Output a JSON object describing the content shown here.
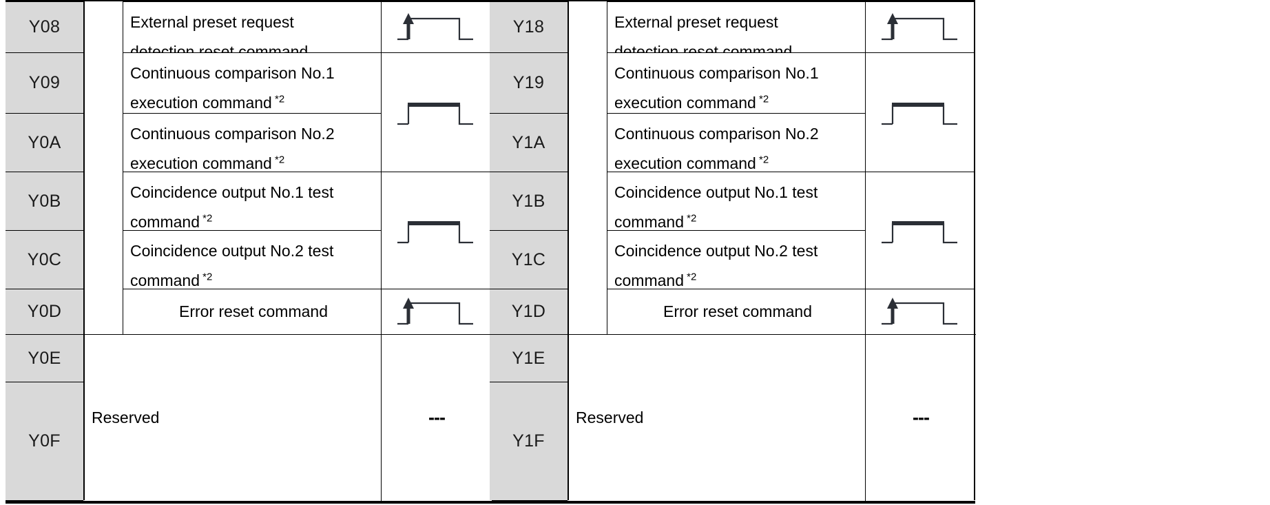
{
  "document": {
    "type": "io-signal-table",
    "footnote_marker": "*2",
    "reserved_label": "Reserved",
    "no_waveform_marker": "---"
  },
  "waveforms": {
    "rising_edge_pulse": "rising-edge-pulse-waveform",
    "level_pulse": "level-pulse-waveform",
    "none": "no-waveform-dashes"
  },
  "blocks": [
    {
      "id": "left",
      "rows": [
        {
          "addresses": [
            "Y08"
          ],
          "description": "External preset request detection reset command",
          "lines": [
            "External preset request",
            "detection reset command"
          ],
          "footnote": "",
          "waveform": "rising_edge_pulse"
        },
        {
          "addresses": [
            "Y09",
            "Y0A"
          ],
          "descriptions": [
            {
              "lines": [
                "Continuous comparison No.1",
                "execution command"
              ],
              "footnote": "*2"
            },
            {
              "lines": [
                "Continuous comparison No.2",
                "execution command"
              ],
              "footnote": "*2"
            }
          ],
          "waveform": "level_pulse"
        },
        {
          "addresses": [
            "Y0B",
            "Y0C"
          ],
          "descriptions": [
            {
              "lines": [
                "Coincidence output No.1 test",
                "command"
              ],
              "footnote": "*2"
            },
            {
              "lines": [
                "Coincidence output No.2 test",
                "command"
              ],
              "footnote": "*2"
            }
          ],
          "waveform": "level_pulse"
        },
        {
          "addresses": [
            "Y0D"
          ],
          "description": "Error reset command",
          "lines": [
            "Error reset command"
          ],
          "footnote": "",
          "waveform": "rising_edge_pulse"
        },
        {
          "addresses": [
            "Y0E",
            "Y0F"
          ],
          "description": "Reserved",
          "lines": [
            "Reserved"
          ],
          "footnote": "",
          "waveform": "none",
          "merged": true
        }
      ]
    },
    {
      "id": "right",
      "rows": [
        {
          "addresses": [
            "Y18"
          ],
          "description": "External preset request detection reset command",
          "lines": [
            "External preset request",
            "detection reset command"
          ],
          "footnote": "",
          "waveform": "rising_edge_pulse"
        },
        {
          "addresses": [
            "Y19",
            "Y1A"
          ],
          "descriptions": [
            {
              "lines": [
                "Continuous comparison No.1",
                "execution command"
              ],
              "footnote": "*2"
            },
            {
              "lines": [
                "Continuous comparison No.2",
                "execution command"
              ],
              "footnote": "*2"
            }
          ],
          "waveform": "level_pulse"
        },
        {
          "addresses": [
            "Y1B",
            "Y1C"
          ],
          "descriptions": [
            {
              "lines": [
                "Coincidence output No.1 test",
                "command"
              ],
              "footnote": "*2"
            },
            {
              "lines": [
                "Coincidence output No.2 test",
                "command"
              ],
              "footnote": "*2"
            }
          ],
          "waveform": "level_pulse"
        },
        {
          "addresses": [
            "Y1D"
          ],
          "description": "Error reset command",
          "lines": [
            "Error reset command"
          ],
          "footnote": "",
          "waveform": "rising_edge_pulse"
        },
        {
          "addresses": [
            "Y1E",
            "Y1F"
          ],
          "description": "Reserved",
          "lines": [
            "Reserved"
          ],
          "footnote": "",
          "waveform": "none",
          "merged": true
        }
      ]
    }
  ],
  "addresses_flat": {
    "left": [
      "Y08",
      "Y09",
      "Y0A",
      "Y0B",
      "Y0C",
      "Y0D",
      "Y0E",
      "Y0F"
    ],
    "right": [
      "Y18",
      "Y19",
      "Y1A",
      "Y1B",
      "Y1C",
      "Y1D",
      "Y1E",
      "Y1F"
    ]
  },
  "colors": {
    "address_cell_bg": "#d9d9d9",
    "grid_line": "#000000",
    "text": "#000000",
    "page_bg": "#ffffff",
    "waveform_stroke": "#2b2f36"
  }
}
